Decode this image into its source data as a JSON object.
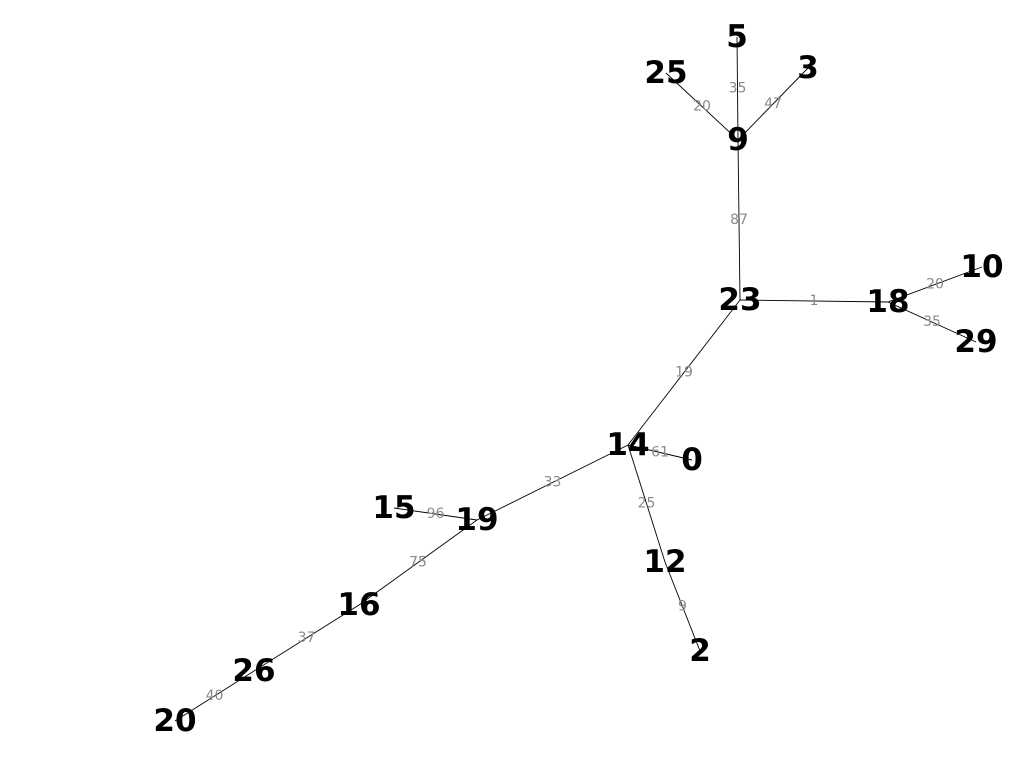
{
  "graph": {
    "nodes": [
      {
        "id": "5",
        "label": "5"
      },
      {
        "id": "25",
        "label": "25"
      },
      {
        "id": "3",
        "label": "3"
      },
      {
        "id": "9",
        "label": "9"
      },
      {
        "id": "23",
        "label": "23"
      },
      {
        "id": "18",
        "label": "18"
      },
      {
        "id": "10",
        "label": "10"
      },
      {
        "id": "29",
        "label": "29"
      },
      {
        "id": "14",
        "label": "14"
      },
      {
        "id": "0",
        "label": "0"
      },
      {
        "id": "19",
        "label": "19"
      },
      {
        "id": "15",
        "label": "15"
      },
      {
        "id": "12",
        "label": "12"
      },
      {
        "id": "2",
        "label": "2"
      },
      {
        "id": "16",
        "label": "16"
      },
      {
        "id": "26",
        "label": "26"
      },
      {
        "id": "20",
        "label": "20"
      }
    ],
    "edges": [
      {
        "source": "9",
        "target": "5",
        "weight": "35"
      },
      {
        "source": "9",
        "target": "25",
        "weight": "20"
      },
      {
        "source": "9",
        "target": "3",
        "weight": "47"
      },
      {
        "source": "23",
        "target": "9",
        "weight": "87"
      },
      {
        "source": "23",
        "target": "18",
        "weight": "1"
      },
      {
        "source": "18",
        "target": "10",
        "weight": "20"
      },
      {
        "source": "18",
        "target": "29",
        "weight": "35"
      },
      {
        "source": "14",
        "target": "23",
        "weight": "19"
      },
      {
        "source": "14",
        "target": "0",
        "weight": "61"
      },
      {
        "source": "14",
        "target": "19",
        "weight": "33"
      },
      {
        "source": "14",
        "target": "12",
        "weight": "25"
      },
      {
        "source": "19",
        "target": "15",
        "weight": "96"
      },
      {
        "source": "19",
        "target": "16",
        "weight": "75"
      },
      {
        "source": "12",
        "target": "2",
        "weight": "9"
      },
      {
        "source": "16",
        "target": "26",
        "weight": "37"
      },
      {
        "source": "26",
        "target": "20",
        "weight": "40"
      }
    ]
  }
}
